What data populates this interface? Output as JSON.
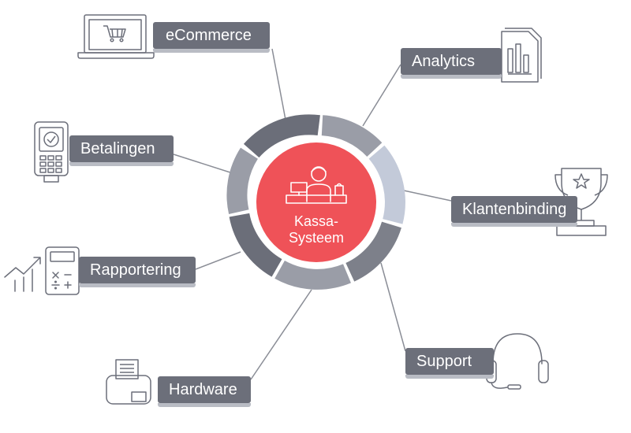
{
  "center": {
    "line1": "Kassa-",
    "line2": "Systeem"
  },
  "nodes": {
    "ecommerce": "eCommerce",
    "analytics": "Analytics",
    "betalingen": "Betalingen",
    "klantenbinding": "Klantenbinding",
    "rapportering": "Rapportering",
    "support": "Support",
    "hardware": "Hardware"
  },
  "colors": {
    "center_fill": "#ef5258",
    "label_bg": "#6c6f7a",
    "label_shadow": "#b9bcc4",
    "ring_dark": "#6b6e79",
    "ring_mid": "#9a9da7",
    "ring_light": "#c3cad9",
    "line": "#8a8d96",
    "icon_stroke": "#6c6f7a"
  }
}
